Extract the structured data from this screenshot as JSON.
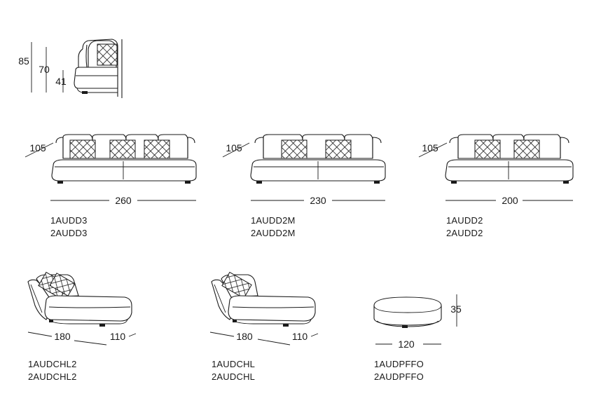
{
  "side_view": {
    "height_total": "85",
    "height_back": "70",
    "height_seat": "41"
  },
  "sofa_3": {
    "depth": "105",
    "width": "260",
    "code_1": "1AUDD3",
    "code_2": "2AUDD3"
  },
  "sofa_2m": {
    "depth": "105",
    "width": "230",
    "code_1": "1AUDD2M",
    "code_2": "2AUDD2M"
  },
  "sofa_2": {
    "depth": "105",
    "width": "200",
    "code_1": "1AUDD2",
    "code_2": "2AUDD2"
  },
  "chaise_l2": {
    "length": "180",
    "depth": "110",
    "code_1": "1AUDCHL2",
    "code_2": "2AUDCHL2"
  },
  "chaise_l": {
    "length": "180",
    "depth": "110",
    "code_1": "1AUDCHL",
    "code_2": "2AUDCHL"
  },
  "pouf": {
    "width": "120",
    "height": "35",
    "code_1": "1AUDPFFO",
    "code_2": "2AUDPFFO"
  }
}
